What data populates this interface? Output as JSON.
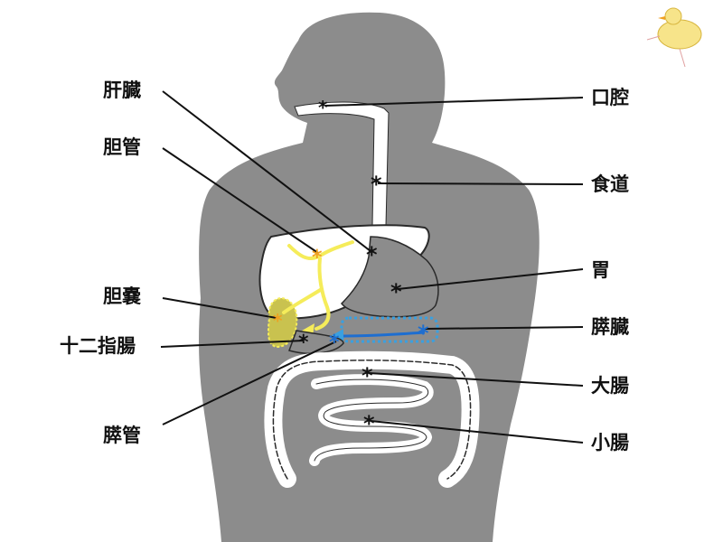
{
  "labels_left": {
    "liver": "肝臓",
    "bile_duct": "胆管",
    "gallbladder": "胆嚢",
    "duodenum": "十二指腸",
    "pancreatic_duct": "膵管"
  },
  "labels_right": {
    "mouth": "口腔",
    "esophagus": "食道",
    "stomach": "胃",
    "pancreas": "膵臓",
    "large_intestine": "大腸",
    "small_intestine": "小腸"
  },
  "marker": "*",
  "colors": {
    "body": "#8c8c8c",
    "organ_outline": "#2a2a2a",
    "bile": "#f5ec5a",
    "gallbladder": "#c9c24f",
    "bile_marker": "#f0a020",
    "pancreas": "#3aa0e0",
    "pancreas_marker": "#1e6ed0"
  }
}
